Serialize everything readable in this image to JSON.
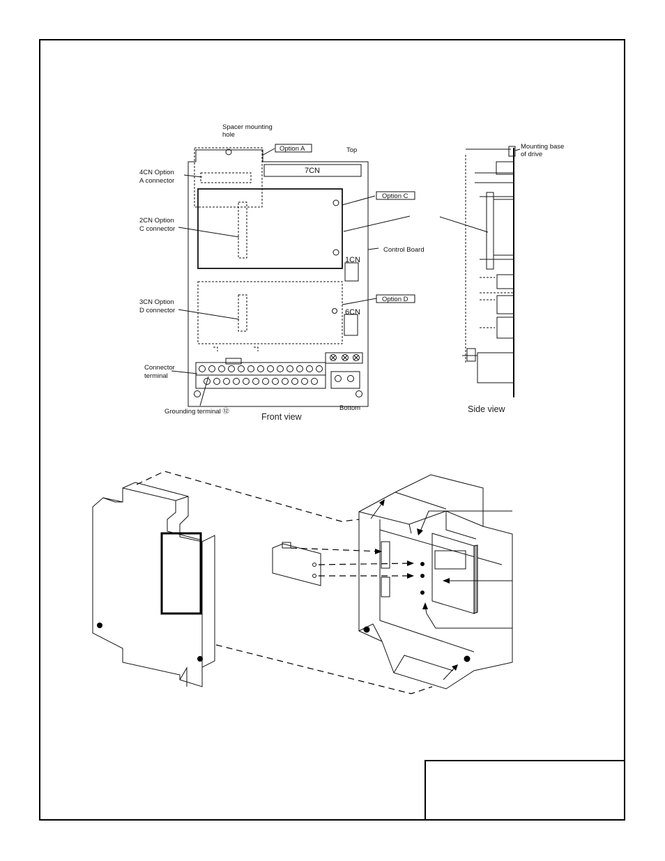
{
  "front_view": {
    "caption": "Front view",
    "labels": {
      "spacer_hole_1": "Spacer mounting",
      "spacer_hole_2": "hole",
      "option_a": "Option A",
      "top": "Top",
      "cn4_1": "4CN   Option",
      "cn4_2": "A connector",
      "cn7": "7CN",
      "option_c": "Option C",
      "cn2_1": "2CN   Option",
      "cn2_2": "C connector",
      "control_board": "Control Board",
      "cn1": "1CN",
      "cn3_1": "3CN   Option",
      "cn3_2": "D connector",
      "option_d": "Option D",
      "cn6": "6CN",
      "connector_terminal_1": "Connector",
      "connector_terminal_2": "terminal",
      "grounding_terminal": "Grounding terminal ⑫",
      "bottom": "Bottom"
    }
  },
  "side_view": {
    "caption": "Side view",
    "mounting_base_1": "Mounting base",
    "mounting_base_2": "of drive"
  },
  "colors": {
    "line": "#111111",
    "frame": "#000000",
    "panel_shade": "#a8a8a8"
  }
}
